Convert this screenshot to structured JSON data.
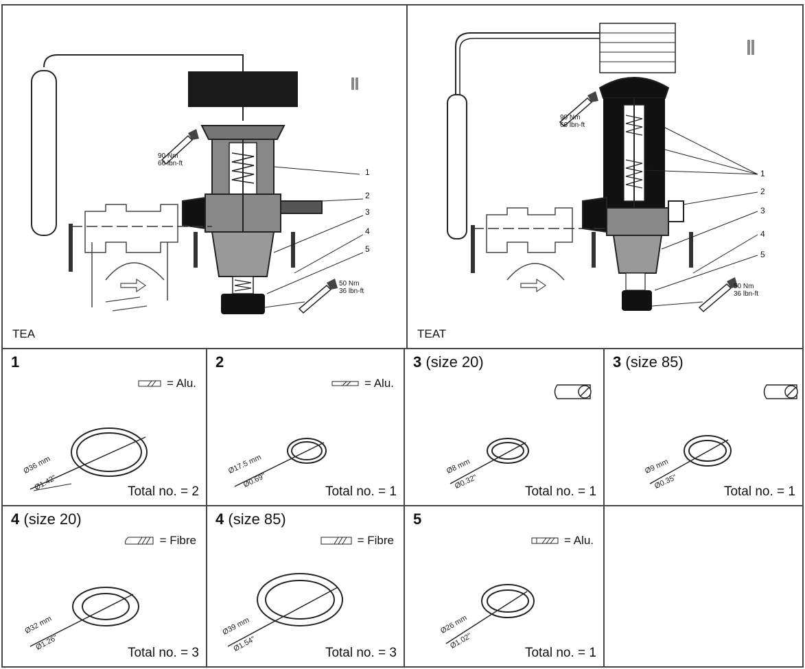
{
  "valves": [
    {
      "label": "TEA",
      "torque_top": [
        "90 Nm",
        "66 lbn-ft"
      ],
      "torque_bottom": [
        "50 Nm",
        "36 lbn-ft"
      ],
      "callouts": [
        "1",
        "2",
        "3",
        "4",
        "5"
      ]
    },
    {
      "label": "TEAT",
      "torque_top": [
        "90 Nm",
        "66 lbn-ft"
      ],
      "torque_bottom": [
        "50 Nm",
        "36 lbn-ft"
      ],
      "callouts": [
        "1",
        "2",
        "3",
        "4",
        "5"
      ]
    }
  ],
  "parts": [
    {
      "num": "1",
      "size": "",
      "material": "= Alu.",
      "dia_mm": "Ø36 mm",
      "dia_in": "Ø1.42\"",
      "total": "Total no. = 2"
    },
    {
      "num": "2",
      "size": "",
      "material": "= Alu.",
      "dia_mm": "Ø17.5 mm",
      "dia_in": "Ø0.69\"",
      "total": "Total no. = 1"
    },
    {
      "num": "3",
      "size": " (size 20)",
      "material": "",
      "dia_mm": "Ø8 mm",
      "dia_in": "Ø0.32\"",
      "total": "Total no. = 1"
    },
    {
      "num": "3",
      "size": " (size 85)",
      "material": "",
      "dia_mm": "Ø9 mm",
      "dia_in": "Ø0.35\"",
      "total": "Total no. = 1"
    },
    {
      "num": "4",
      "size": " (size 20)",
      "material": "= Fibre",
      "dia_mm": "Ø32 mm",
      "dia_in": "Ø1.26\"",
      "total": "Total no. = 3"
    },
    {
      "num": "4",
      "size": " (size 85)",
      "material": "= Fibre",
      "dia_mm": "Ø39 mm",
      "dia_in": "Ø1.54\"",
      "total": "Total no. = 3"
    },
    {
      "num": "5",
      "size": "",
      "material": "= Alu.",
      "dia_mm": "Ø26 mm",
      "dia_in": "Ø1.02\"",
      "total": "Total no. = 1"
    }
  ]
}
